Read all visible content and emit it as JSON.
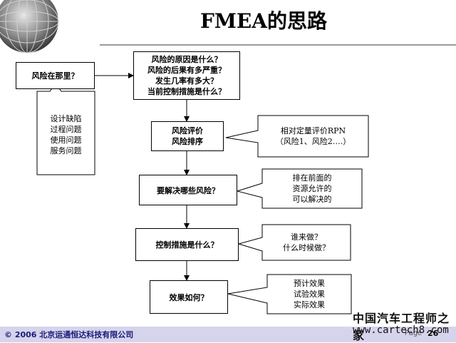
{
  "title": "FMEA的思路",
  "nodes": {
    "where": {
      "label": "风险在那里？"
    },
    "questions": {
      "lines": [
        "风险的原因是什么？",
        "风险的后果有多严重？",
        "发生几率有多大？",
        "当前控制措施是什么？"
      ]
    },
    "evaluate": {
      "lines": [
        "风险评价",
        "风险排序"
      ]
    },
    "which": {
      "label": "要解决哪些风险？"
    },
    "control": {
      "label": "控制措施是什么？"
    },
    "effect": {
      "label": "效果如何？"
    }
  },
  "notes": {
    "where_note": {
      "lines": [
        "设计缺陷",
        "过程问题",
        "使用问题",
        "服务问题"
      ]
    },
    "evaluate_note": {
      "lines": [
        "相对定量评价RPN",
        "（风险1、风险2….）"
      ]
    },
    "which_note": {
      "lines": [
        "排在前面的",
        "资源允许的",
        "可以解决的"
      ]
    },
    "control_note": {
      "lines": [
        "谁来做？",
        "什么时候做？"
      ]
    },
    "effect_note": {
      "lines": [
        "预计效果",
        "试验效果",
        "实际效果"
      ]
    }
  },
  "footer": {
    "copyright": "© 2006 北京运通恒达科技有限公司",
    "page_label": "Page",
    "page_number": "26"
  },
  "watermark": {
    "name": "中国汽车工程师之家",
    "url": "www.cartech8.com"
  }
}
